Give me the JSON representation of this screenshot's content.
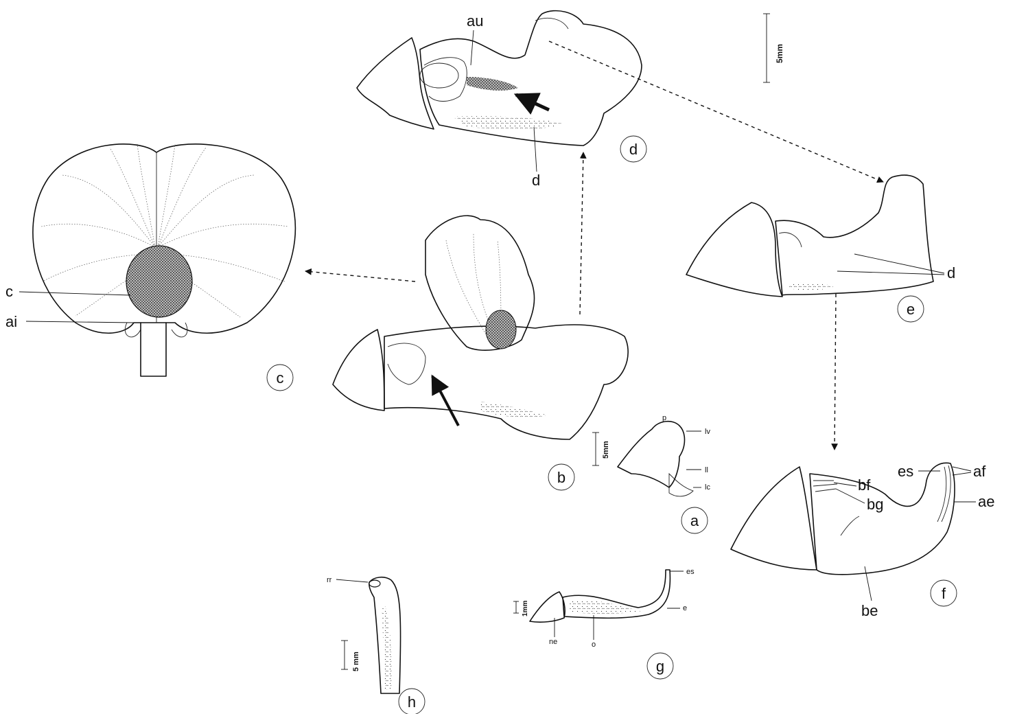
{
  "scale_bars": {
    "main": "5mm",
    "a": "5mm",
    "g": "1mm",
    "h": "5 mm"
  },
  "panels": {
    "a": {
      "letter": "a",
      "labels": {
        "p": "p",
        "lv": "lv",
        "ll": "ll",
        "lc": "lc"
      }
    },
    "b": {
      "letter": "b"
    },
    "c": {
      "letter": "c",
      "labels": {
        "c": "c",
        "ai": "ai"
      }
    },
    "d": {
      "letter": "d",
      "labels": {
        "au": "au",
        "d": "d"
      }
    },
    "e": {
      "letter": "e",
      "labels": {
        "d": "d"
      }
    },
    "f": {
      "letter": "f",
      "labels": {
        "es": "es",
        "af": "af",
        "ae": "ae",
        "bf": "bf",
        "bg": "bg",
        "be": "be"
      }
    },
    "g": {
      "letter": "g",
      "labels": {
        "es": "es",
        "e": "e",
        "ne": "ne",
        "o": "o"
      }
    },
    "h": {
      "letter": "h",
      "labels": {
        "rr": "rr"
      }
    }
  }
}
